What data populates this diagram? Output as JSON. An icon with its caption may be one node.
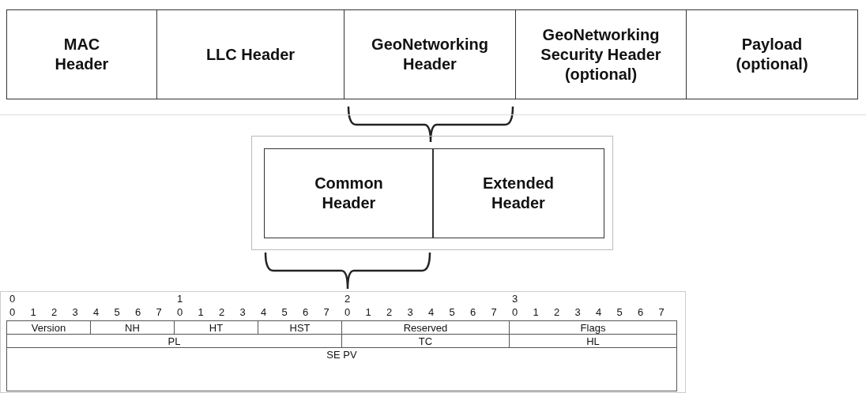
{
  "diagram": {
    "nodes": [
      {
        "text": [
          "MAC Header"
        ]
      },
      {
        "text": [
          "LLC Header"
        ]
      },
      {
        "text": [
          "GeoNetworking Header"
        ]
      },
      {
        "text": [
          "GeoNetworking Security Header (optional)"
        ]
      },
      {
        "text": [
          "Payload (optional)"
        ]
      },
      {
        "text": [],
        "shape": "box"
      },
      {
        "text": [
          "Common Header"
        ],
        "in": 5
      },
      {
        "text": [
          "Extended Header"
        ],
        "in": 5
      },
      {
        "text": [
          "Version"
        ]
      },
      {
        "text": [
          "NH"
        ]
      },
      {
        "text": [
          "HT"
        ]
      },
      {
        "text": [
          "HST"
        ]
      },
      {
        "text": [
          "Reserved"
        ]
      },
      {
        "text": [
          "Flags"
        ]
      },
      {
        "text": [
          "PL"
        ]
      },
      {
        "text": [
          "TC"
        ]
      },
      {
        "text": [
          "HL"
        ]
      },
      {
        "text": [
          "SE PV"
        ]
      }
    ],
    "labels": [
      "0",
      "1",
      "2",
      "3",
      "0",
      "1",
      "2",
      "3",
      "4",
      "5",
      "6",
      "7",
      "0",
      "1",
      "2",
      "3",
      "4",
      "5",
      "6",
      "7",
      "0",
      "1",
      "2",
      "3",
      "4",
      "5",
      "6",
      "7",
      "0",
      "1",
      "2",
      "3",
      "4",
      "5",
      "6",
      "7"
    ]
  }
}
